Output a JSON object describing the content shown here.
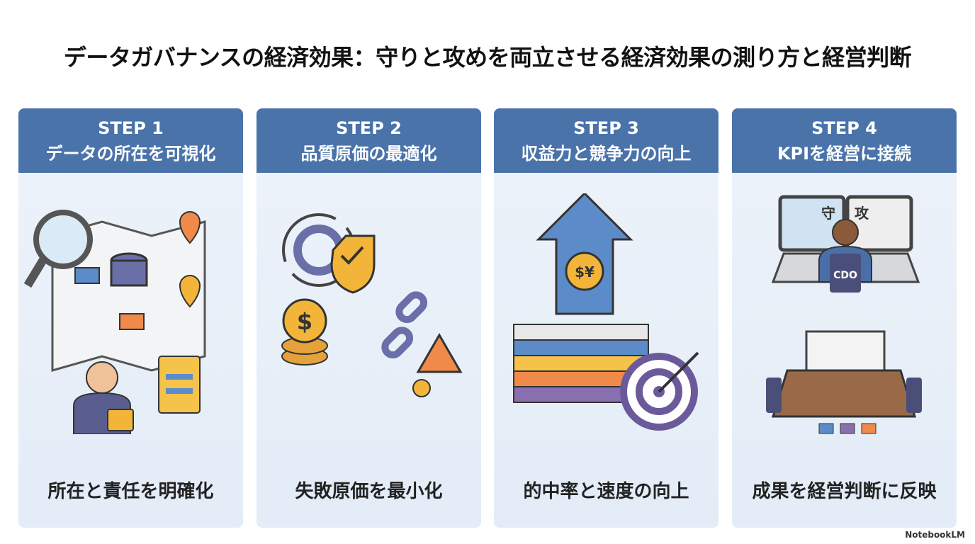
{
  "title": "データガバナンスの経済効果：守りと攻めを両立させる経済効果の測り方と経営判断",
  "steps": [
    {
      "step": "STEP 1",
      "heading": "データの所在を可視化",
      "caption": "所在と責任を明確化"
    },
    {
      "step": "STEP 2",
      "heading": "品質原価の最適化",
      "caption": "失敗原価を最小化"
    },
    {
      "step": "STEP 3",
      "heading": "収益力と競争力の向上",
      "caption": "的中率と速度の向上"
    },
    {
      "step": "STEP 4",
      "heading": "KPIを経営に接続",
      "caption": "成果を経営判断に反映"
    }
  ],
  "illus": {
    "defense": "守",
    "offense": "攻",
    "cdo": "CDO",
    "currency": "$¥",
    "dollar": "$"
  },
  "watermark": "NotebookLM",
  "colors": {
    "header": "#4a73aa",
    "card": "#e6eef8"
  }
}
